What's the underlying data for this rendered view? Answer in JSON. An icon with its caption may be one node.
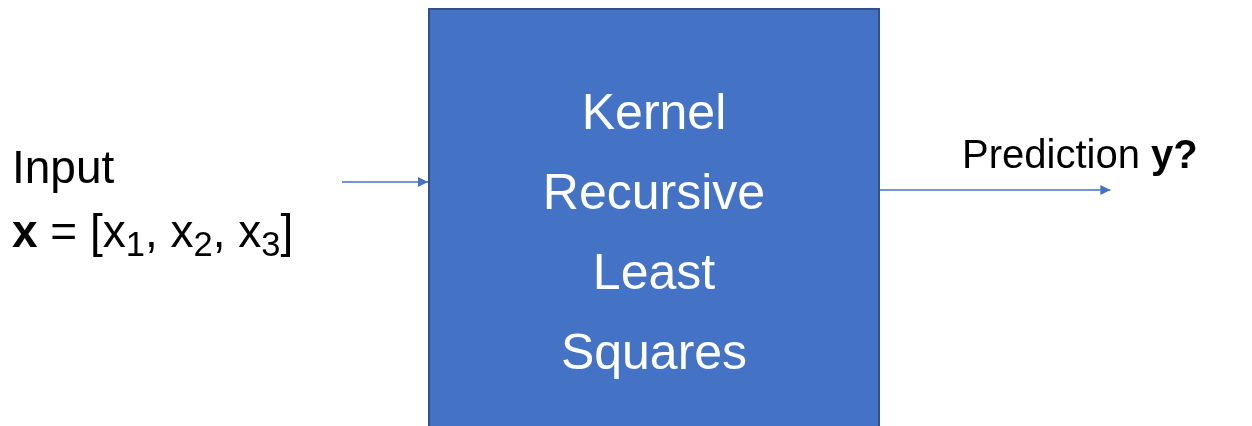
{
  "diagram": {
    "nodes": [
      {
        "text": [
          "Input",
          "**x** = [x$_{1}$, x$_{2}$, x$_{3}$]"
        ]
      },
      {
        "text": [
          "Kernel Recursive Least Squares"
        ]
      },
      {
        "text": [
          "Prediction **y?**"
        ]
      }
    ],
    "edges": [
      {
        "from": 0,
        "to": 1,
        "arrow": "to"
      },
      {
        "from": 1,
        "to": 2,
        "arrow": "to"
      }
    ]
  }
}
